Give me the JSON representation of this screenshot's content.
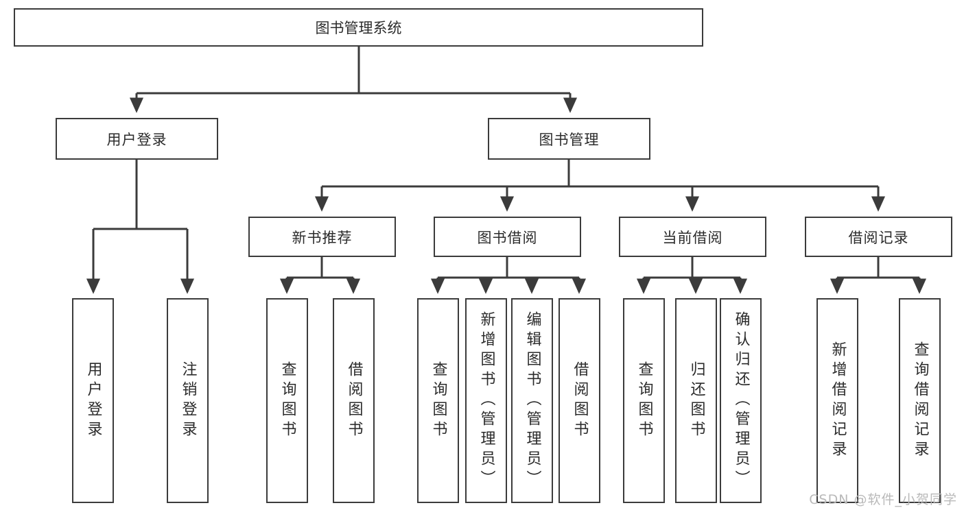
{
  "diagram": {
    "title": "图书管理系统",
    "watermark": "CSDN @软件_小贺同学",
    "accent_color": "#3b3b3b",
    "background_color": "#ffffff",
    "nodes": {
      "root": "图书管理系统",
      "level2": [
        {
          "id": "user-login",
          "label": "用户登录"
        },
        {
          "id": "book-manage",
          "label": "图书管理"
        }
      ],
      "level3": [
        {
          "id": "new-book-recommend",
          "label": "新书推荐",
          "parent": "book-manage"
        },
        {
          "id": "book-borrow",
          "label": "图书借阅",
          "parent": "book-manage"
        },
        {
          "id": "current-borrow",
          "label": "当前借阅",
          "parent": "book-manage"
        },
        {
          "id": "borrow-record",
          "label": "借阅记录",
          "parent": "book-manage"
        }
      ],
      "leaves": [
        {
          "id": "leaf-user-login",
          "label": "用户登录",
          "parent": "user-login"
        },
        {
          "id": "leaf-user-logout",
          "label": "注销登录",
          "parent": "user-login"
        },
        {
          "id": "leaf-query-book-1",
          "label": "查询图书",
          "parent": "new-book-recommend"
        },
        {
          "id": "leaf-borrow-book-1",
          "label": "借阅图书",
          "parent": "new-book-recommend"
        },
        {
          "id": "leaf-query-book-2",
          "label": "查询图书",
          "parent": "book-borrow"
        },
        {
          "id": "leaf-add-book",
          "label": "新增图书（管理员）",
          "parent": "book-borrow"
        },
        {
          "id": "leaf-edit-book",
          "label": "编辑图书（管理员）",
          "parent": "book-borrow"
        },
        {
          "id": "leaf-borrow-book-2",
          "label": "借阅图书",
          "parent": "book-borrow"
        },
        {
          "id": "leaf-query-book-3",
          "label": "查询图书",
          "parent": "current-borrow"
        },
        {
          "id": "leaf-return-book",
          "label": "归还图书",
          "parent": "current-borrow"
        },
        {
          "id": "leaf-confirm-return",
          "label": "确认归还（管理员）",
          "parent": "current-borrow"
        },
        {
          "id": "leaf-add-record",
          "label": "新增借阅记录",
          "parent": "borrow-record"
        },
        {
          "id": "leaf-query-record",
          "label": "查询借阅记录",
          "parent": "borrow-record"
        }
      ]
    }
  }
}
